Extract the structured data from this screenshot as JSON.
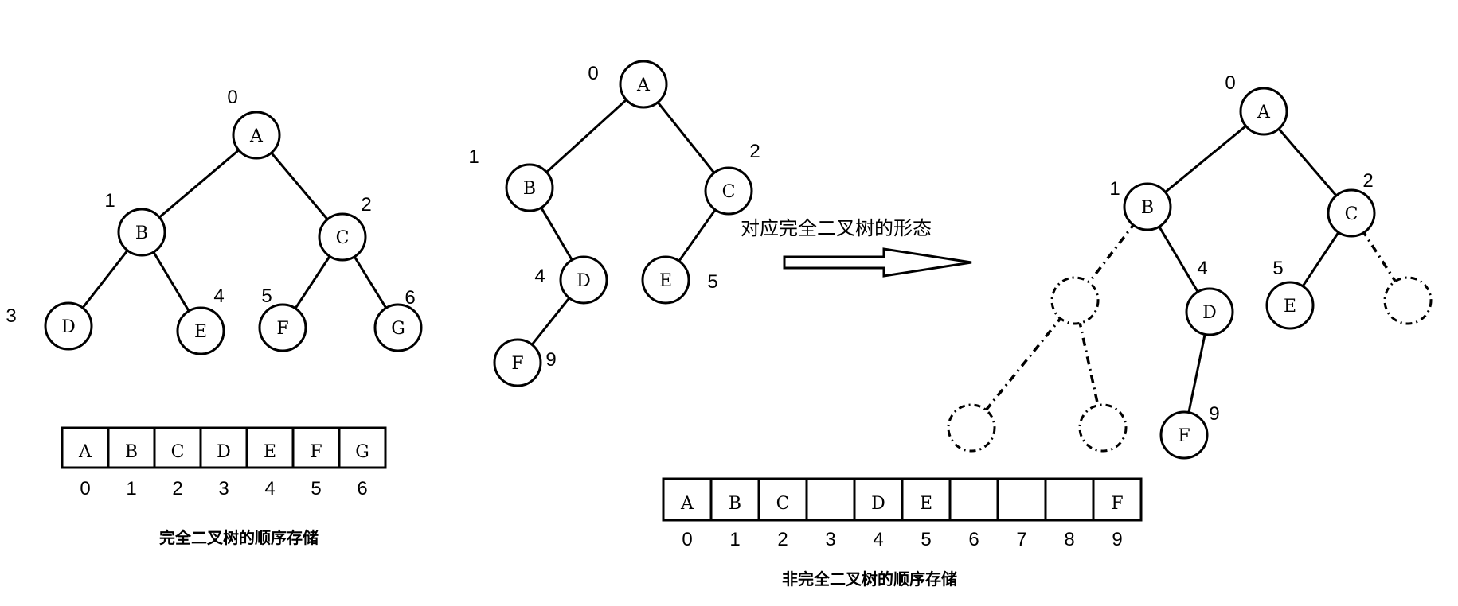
{
  "tree1": {
    "nodes": [
      {
        "id": "A",
        "label": "A",
        "index": "0"
      },
      {
        "id": "B",
        "label": "B",
        "index": "1"
      },
      {
        "id": "C",
        "label": "C",
        "index": "2"
      },
      {
        "id": "D",
        "label": "D",
        "index": "3"
      },
      {
        "id": "E",
        "label": "E",
        "index": "4"
      },
      {
        "id": "F",
        "label": "F",
        "index": "5"
      },
      {
        "id": "G",
        "label": "G",
        "index": "6"
      }
    ],
    "edges": [
      [
        "A",
        "B"
      ],
      [
        "A",
        "C"
      ],
      [
        "B",
        "D"
      ],
      [
        "B",
        "E"
      ],
      [
        "C",
        "F"
      ],
      [
        "C",
        "G"
      ]
    ]
  },
  "array1": {
    "cells": [
      "A",
      "B",
      "C",
      "D",
      "E",
      "F",
      "G"
    ],
    "indices": [
      "0",
      "1",
      "2",
      "3",
      "4",
      "5",
      "6"
    ],
    "caption": "完全二叉树的顺序存储"
  },
  "tree2": {
    "nodes": [
      {
        "id": "A",
        "label": "A",
        "index": "0"
      },
      {
        "id": "B",
        "label": "B",
        "index": "1"
      },
      {
        "id": "C",
        "label": "C",
        "index": "2"
      },
      {
        "id": "D",
        "label": "D",
        "index": "4"
      },
      {
        "id": "E",
        "label": "E",
        "index": "5"
      },
      {
        "id": "F",
        "label": "F",
        "index": "9"
      }
    ],
    "edges": [
      [
        "A",
        "B"
      ],
      [
        "A",
        "C"
      ],
      [
        "B",
        "D"
      ],
      [
        "C",
        "E"
      ],
      [
        "D",
        "F"
      ]
    ]
  },
  "arrow": {
    "label": "对应完全二叉树的形态"
  },
  "tree3": {
    "nodes": [
      {
        "id": "A",
        "label": "A",
        "index": "0"
      },
      {
        "id": "B",
        "label": "B",
        "index": "1"
      },
      {
        "id": "C",
        "label": "C",
        "index": "2"
      },
      {
        "id": "D",
        "label": "D",
        "index": "4"
      },
      {
        "id": "E",
        "label": "E",
        "index": "5"
      },
      {
        "id": "F",
        "label": "F",
        "index": "9"
      }
    ],
    "ghosts": [
      "g3",
      "g6",
      "g7",
      "g8"
    ],
    "edges": [
      [
        "A",
        "B"
      ],
      [
        "A",
        "C"
      ],
      [
        "B",
        "D"
      ],
      [
        "C",
        "E"
      ],
      [
        "D",
        "F"
      ]
    ],
    "ghost_edges": [
      [
        "B",
        "g3"
      ],
      [
        "C",
        "g6"
      ],
      [
        "g3",
        "g7"
      ],
      [
        "g3",
        "g8"
      ]
    ]
  },
  "array2": {
    "cells": [
      "A",
      "B",
      "C",
      "",
      "D",
      "E",
      "",
      "",
      "",
      "F"
    ],
    "indices": [
      "0",
      "1",
      "2",
      "3",
      "4",
      "5",
      "6",
      "7",
      "8",
      "9"
    ],
    "highlight_index_color": "#1a5fa0",
    "highlight_index": 7,
    "caption": "非完全二叉树的顺序存储"
  }
}
